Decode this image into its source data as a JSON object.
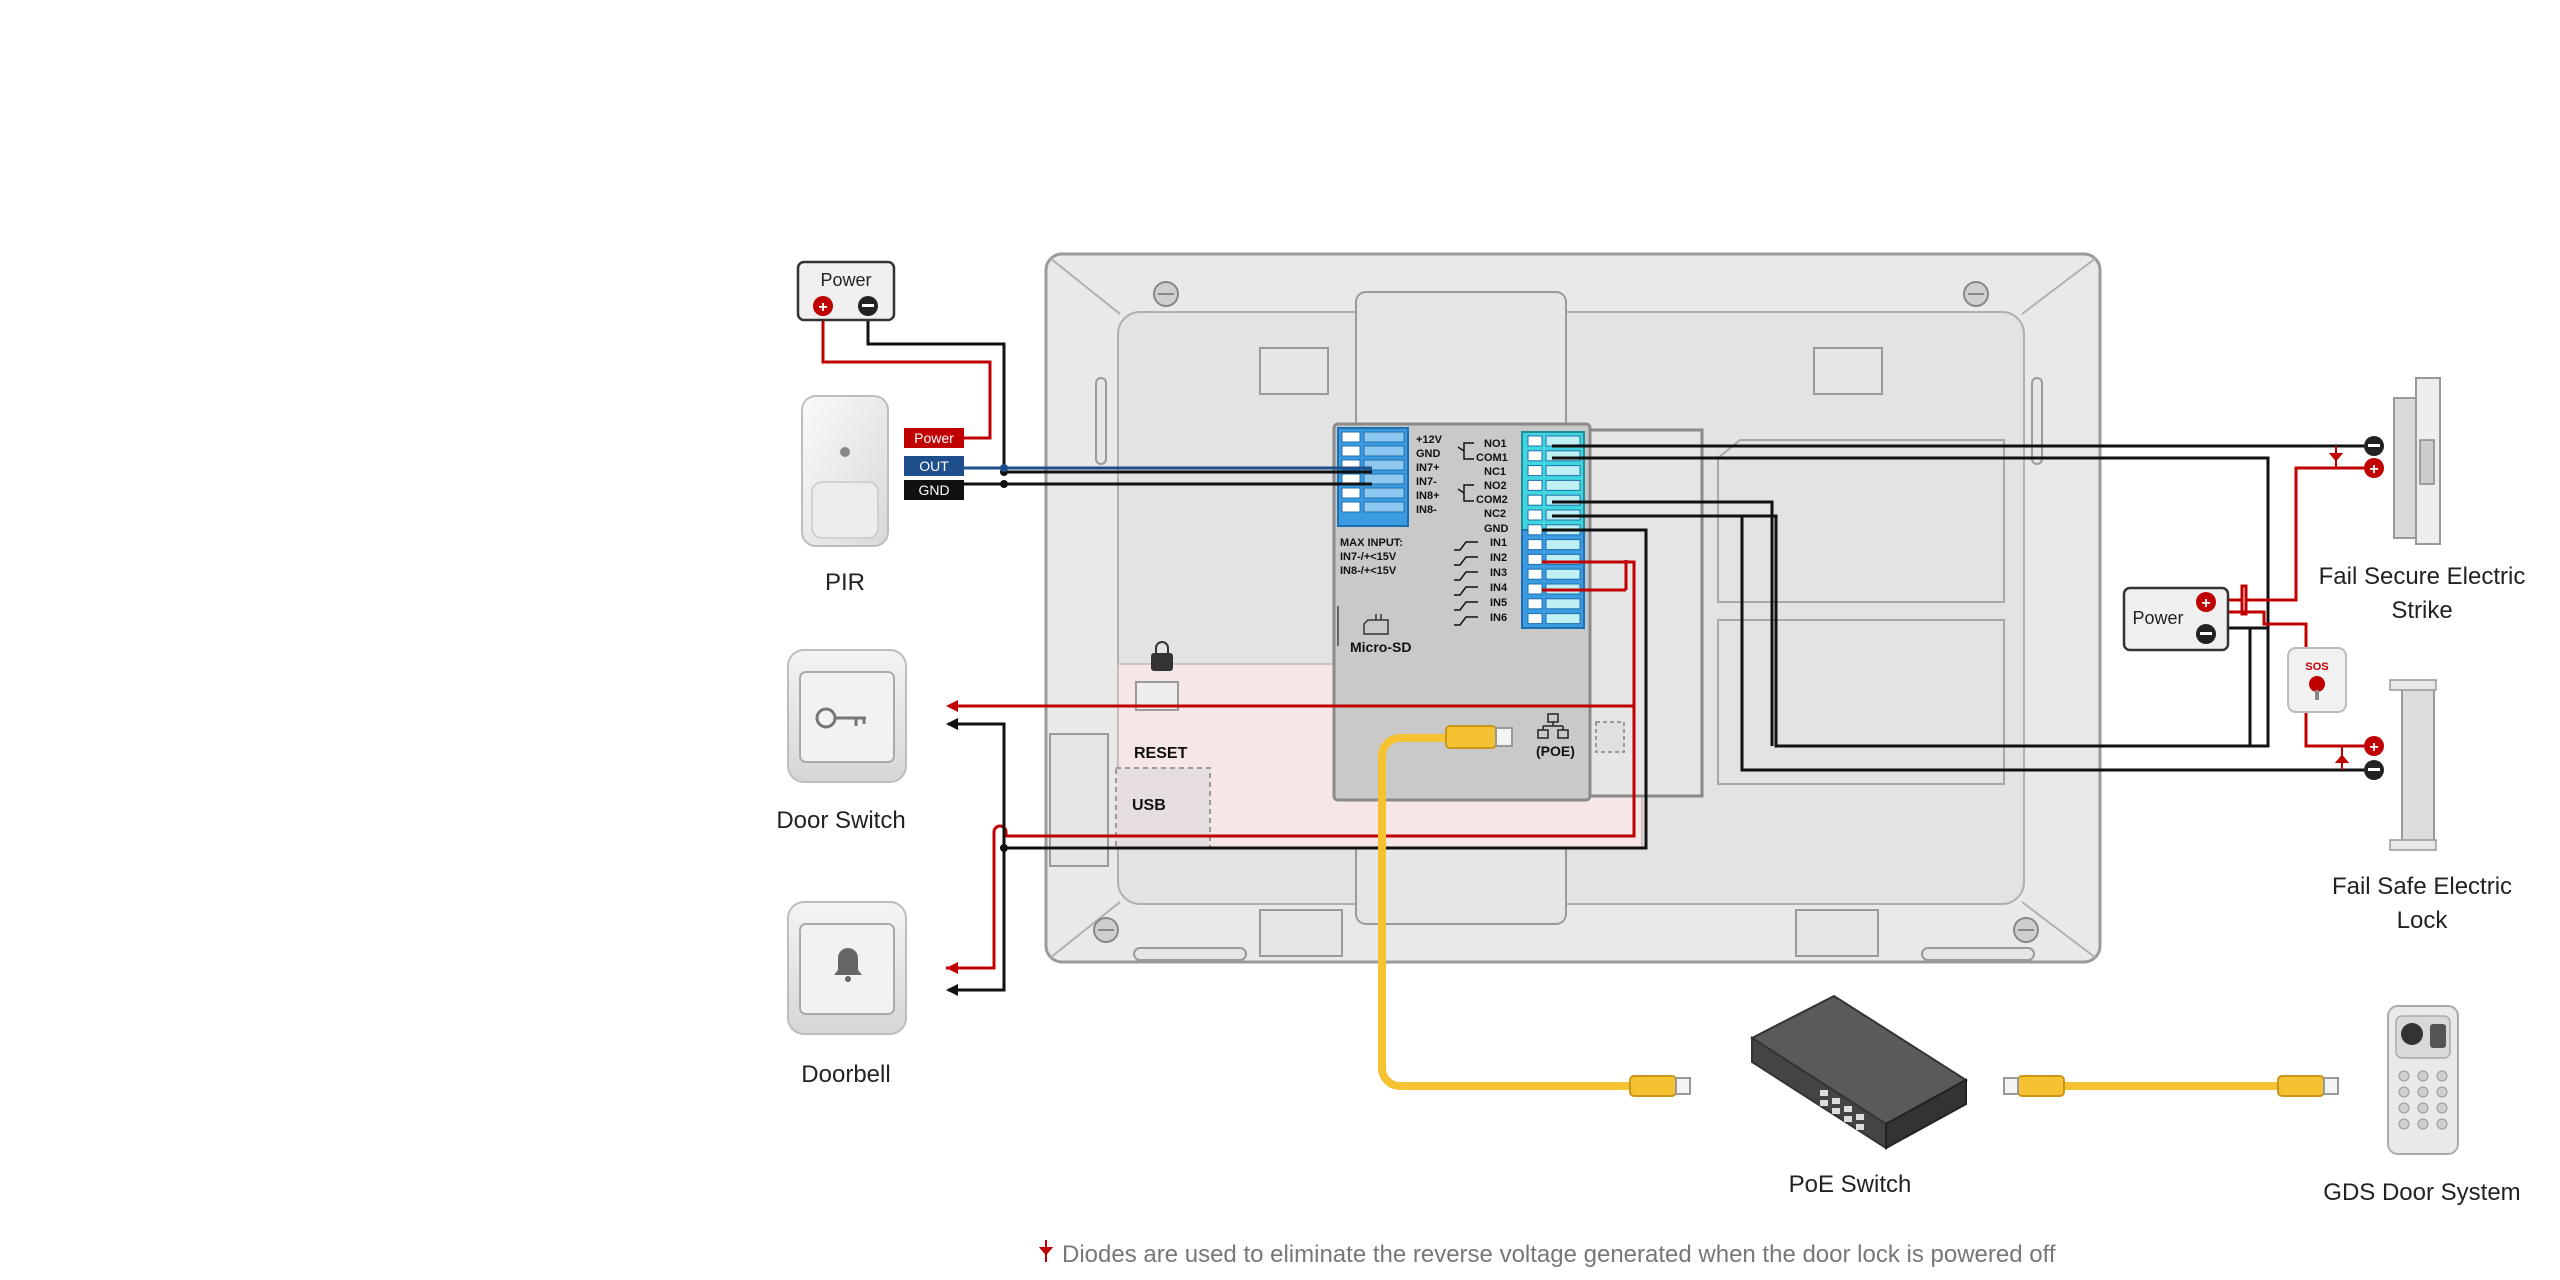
{
  "devices": {
    "power_top": "Power",
    "pir": "PIR",
    "door_switch": "Door Switch",
    "doorbell": "Doorbell",
    "power_right": "Power",
    "fail_secure": [
      "Fail Secure Electric",
      "Strike"
    ],
    "fail_safe": [
      "Fail Safe Electric",
      "Lock"
    ],
    "poe_switch": "PoE Switch",
    "gds": "GDS Door System",
    "sos": "SOS"
  },
  "pir_wires": {
    "power": "Power",
    "out": "OUT",
    "gnd": "GND"
  },
  "terminals": {
    "left": [
      "+12V",
      "GND",
      "IN7+",
      "IN7-",
      "IN8+",
      "IN8-"
    ],
    "right": [
      "NO1",
      "COM1",
      "NC1",
      "NO2",
      "COM2",
      "NC2",
      "GND",
      "IN1",
      "IN2",
      "IN3",
      "IN4",
      "IN5",
      "IN6"
    ]
  },
  "max_input": [
    "MAX INPUT:",
    "IN7-/+<15V",
    "IN8-/+<15V"
  ],
  "ports": {
    "micro_sd": "Micro-SD",
    "poe": "(POE)",
    "reset": "RESET",
    "usb": "USB"
  },
  "note": "Diodes are used to eliminate the reverse voltage generated when the door lock is powered off",
  "colors": {
    "red_wire": "#c00000",
    "blue_wire": "#1f4e8c",
    "black_wire": "#111111",
    "cable": "#f5c232",
    "terminal_blue": "#3a9be0",
    "terminal_cyan": "#3fd6e0"
  },
  "icons": [
    "key-icon",
    "bell-icon",
    "lock-icon",
    "sd-card-icon",
    "network-icon",
    "diode-icon"
  ]
}
